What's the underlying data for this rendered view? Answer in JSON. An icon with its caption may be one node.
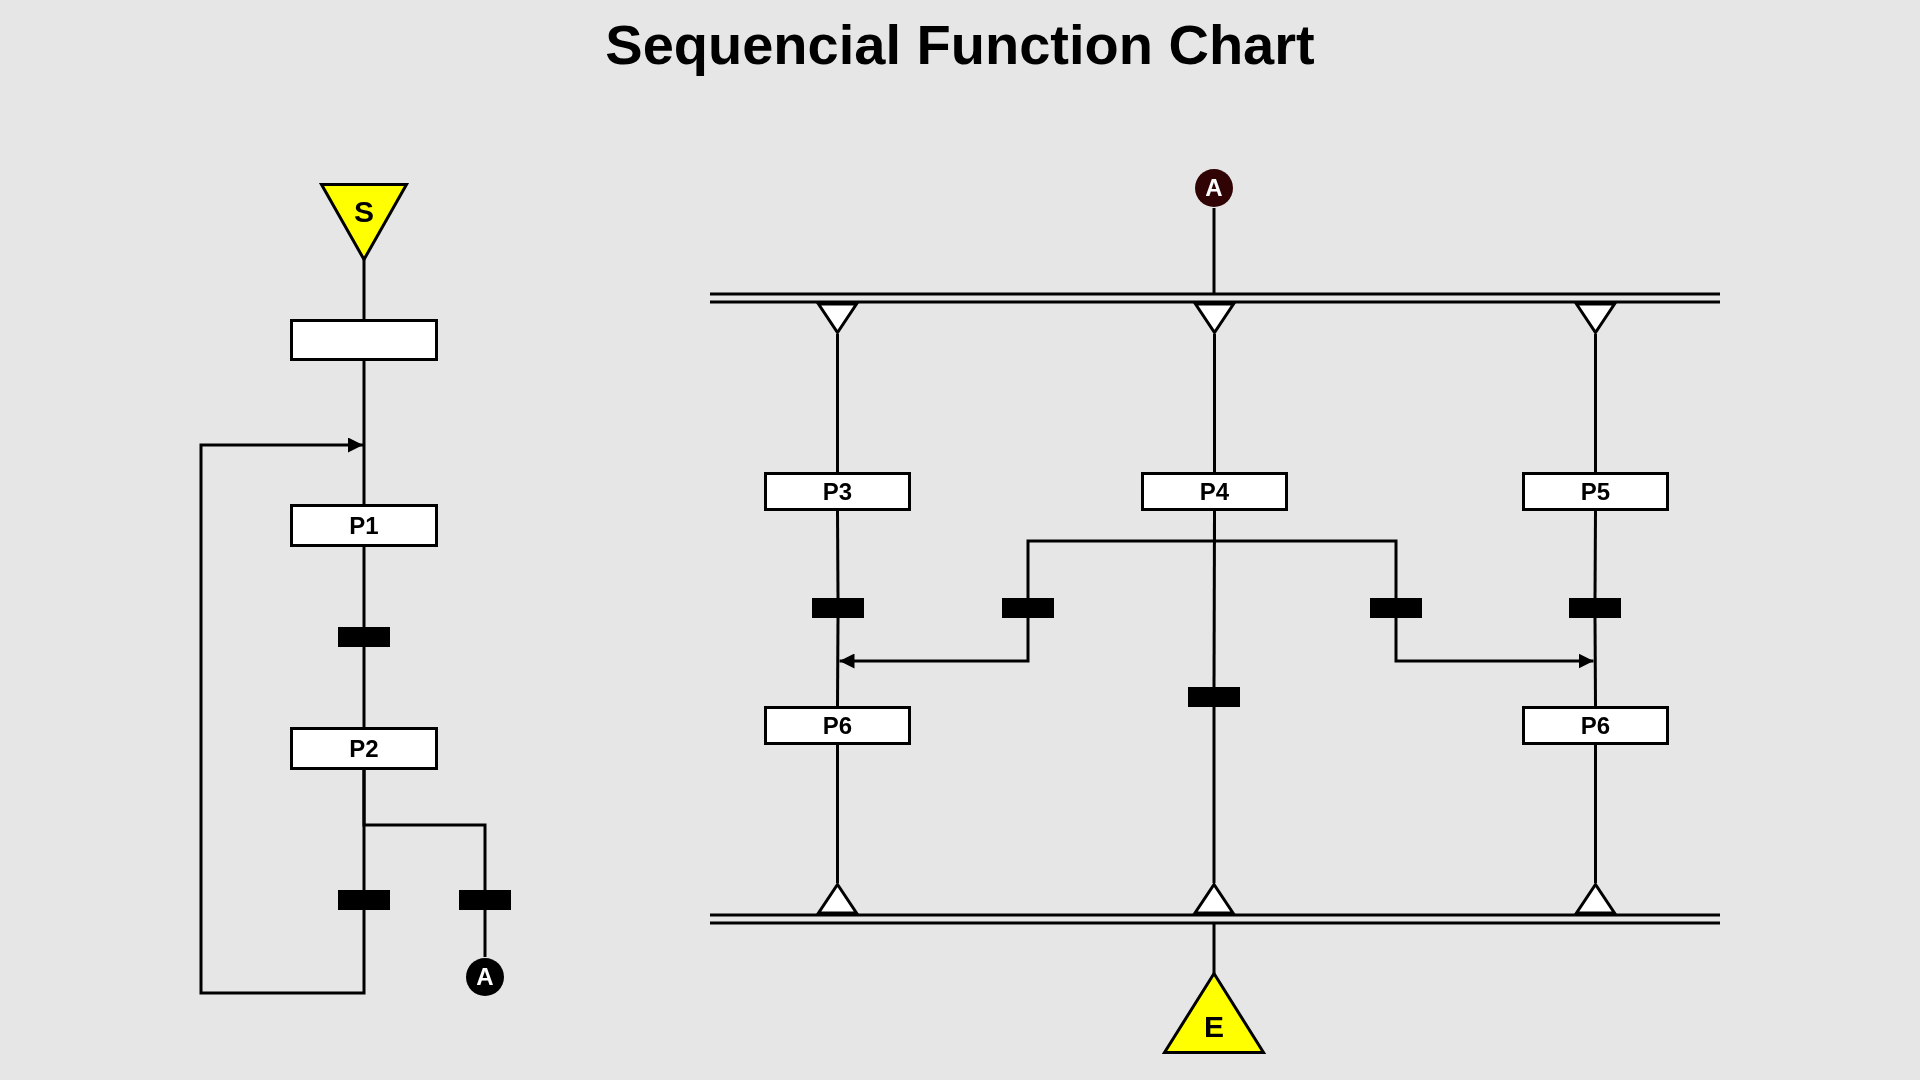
{
  "diagram": {
    "title": "Sequencial Function Chart",
    "nodes": [
      {
        "text": [
          "S"
        ]
      },
      {
        "text": [],
        "shape": "box"
      },
      {
        "text": [
          "P1"
        ]
      },
      {
        "text": [],
        "shape": "bar"
      },
      {
        "text": [
          "P2"
        ]
      },
      {
        "text": [],
        "shape": "bar"
      },
      {
        "text": [],
        "shape": "bar"
      },
      {
        "text": [
          "A"
        ]
      },
      {
        "text": [
          "A"
        ]
      },
      {
        "text": [],
        "shape": "bar"
      },
      {
        "text": [
          "P3"
        ]
      },
      {
        "text": [
          "P4"
        ]
      },
      {
        "text": [
          "P5"
        ]
      },
      {
        "text": [],
        "shape": "bar"
      },
      {
        "text": [],
        "shape": "bar"
      },
      {
        "text": [],
        "shape": "bar"
      },
      {
        "text": [],
        "shape": "bar"
      },
      {
        "text": [],
        "shape": "bar"
      },
      {
        "text": [
          "P6"
        ]
      },
      {
        "text": [
          "P6"
        ]
      },
      {
        "text": [],
        "shape": "bar"
      },
      {
        "text": [
          "E"
        ]
      }
    ],
    "edges": [
      {
        "from": 0,
        "to": 1,
        "arrow": "none"
      },
      {
        "from": 1,
        "to": 2,
        "arrow": "none"
      },
      {
        "from": 2,
        "to": 3,
        "arrow": "none"
      },
      {
        "from": 3,
        "to": 4,
        "arrow": "none"
      },
      {
        "from": 4,
        "to": 5,
        "arrow": "none"
      },
      {
        "from": 4,
        "to": 6,
        "arrow": "none"
      },
      {
        "from": 6,
        "to": 7,
        "arrow": "none"
      },
      {
        "from": 5,
        "to": 2,
        "arrow": "to"
      },
      {
        "from": 8,
        "to": 9,
        "arrow": "none"
      },
      {
        "from": 9,
        "to": 10,
        "arrow": "none"
      },
      {
        "from": 9,
        "to": 11,
        "arrow": "none"
      },
      {
        "from": 9,
        "to": 12,
        "arrow": "none"
      },
      {
        "from": 10,
        "to": 13,
        "arrow": "none"
      },
      {
        "from": 13,
        "to": 18,
        "arrow": "none"
      },
      {
        "from": 11,
        "to": 14,
        "arrow": "none"
      },
      {
        "from": 11,
        "to": 15,
        "arrow": "none"
      },
      {
        "from": 14,
        "to": 18,
        "arrow": "to"
      },
      {
        "from": 15,
        "to": 19,
        "arrow": "to"
      },
      {
        "from": 11,
        "to": 17,
        "arrow": "none"
      },
      {
        "from": 12,
        "to": 16,
        "arrow": "none"
      },
      {
        "from": 16,
        "to": 19,
        "arrow": "none"
      },
      {
        "from": 18,
        "to": 20,
        "arrow": "none"
      },
      {
        "from": 17,
        "to": 20,
        "arrow": "none"
      },
      {
        "from": 19,
        "to": 20,
        "arrow": "none"
      },
      {
        "from": 20,
        "to": 21,
        "arrow": "none"
      }
    ]
  }
}
